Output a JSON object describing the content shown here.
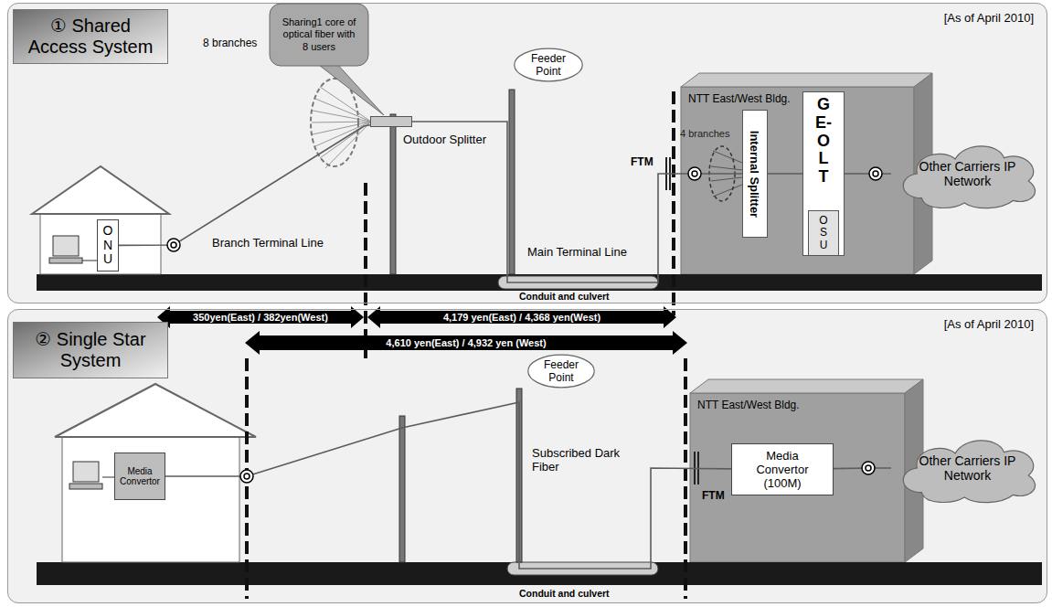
{
  "diagram": {
    "nodes": [
      {
        "text": [
          "[As of April 2010]"
        ]
      },
      {
        "text": [
          "① Shared Access System"
        ],
        "in": 0
      },
      {
        "text": [
          "Sharing1 core of optical fiber with 8 users"
        ],
        "in": 0
      },
      {
        "text": [
          "Feeder Point"
        ],
        "in": 0
      },
      {
        "text": [
          "Outdoor Splitter"
        ],
        "in": 0
      },
      {
        "text": [
          "ONU"
        ],
        "in": 0
      },
      {
        "text": [
          "NTT East/West Bldg."
        ],
        "in": 0
      },
      {
        "text": [
          "Internal Splitter"
        ],
        "in": 6
      },
      {
        "text": [
          "GE-OLT"
        ],
        "in": 6
      },
      {
        "text": [
          "OSU"
        ],
        "in": 8
      },
      {
        "text": [
          "Other Carriers IP Network"
        ],
        "in": 0
      },
      {
        "text": [
          "[As of April 2010]"
        ]
      },
      {
        "text": [
          "② Single Star System"
        ],
        "in": 11
      },
      {
        "text": [
          "Feeder Point"
        ],
        "in": 11
      },
      {
        "text": [
          "Media Convertor"
        ],
        "in": 11
      },
      {
        "text": [
          "NTT East/West Bldg."
        ],
        "in": 11
      },
      {
        "text": [
          "Media Convertor (100M)"
        ],
        "in": 15
      },
      {
        "text": [
          "Other Carriers IP Network"
        ],
        "in": 11
      }
    ],
    "edges": [
      {
        "from": 5,
        "to": 4,
        "arrow": "none",
        "label": "Branch Terminal Line"
      },
      {
        "from": 4,
        "to": 7,
        "arrow": "none",
        "label": "Main Terminal Line"
      },
      {
        "from": 7,
        "to": 8,
        "arrow": "none"
      },
      {
        "from": 8,
        "to": 10,
        "arrow": "none"
      },
      {
        "from": 14,
        "to": 16,
        "arrow": "none",
        "label": "Subscribed Dark Fiber"
      },
      {
        "from": 16,
        "to": 17,
        "arrow": "none"
      }
    ],
    "labels": [
      "8 branches",
      "4 branches",
      "FTM",
      "Conduit and culvert",
      "350yen(East) / 382yen(West)",
      "4,179 yen(East) / 4,368 yen(West)",
      "4,610 yen(East) / 4,932 yen (West)",
      "FTM",
      "Conduit and culvert"
    ]
  }
}
